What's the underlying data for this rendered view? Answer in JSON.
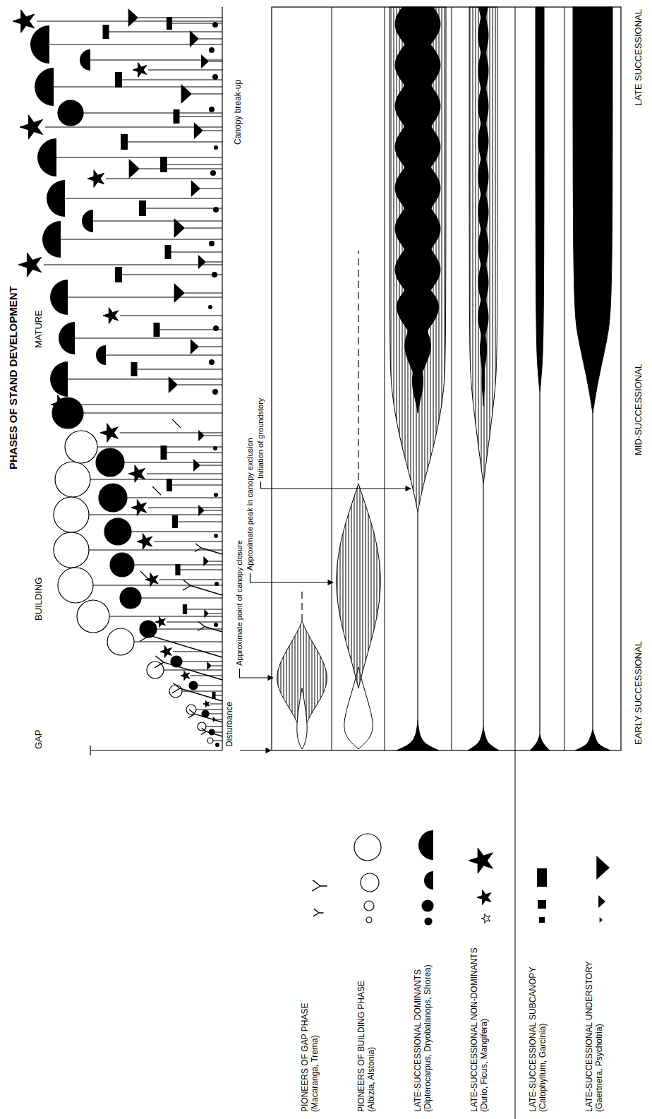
{
  "diagram": {
    "title": "PHASES OF STAND DEVELOPMENT",
    "labels": [
      "GAP",
      "BUILDING",
      "MATURE",
      "Disturbance",
      "Approximate point of canopy closure",
      "Approximate peak in canopy exclusion",
      "Initiation of groundstory",
      "Canopy break-up",
      "EARLY SUCCESSIONAL",
      "MID-SUCCESSIONAL",
      "LATE SUCCESSIONAL"
    ],
    "legend": [
      {
        "text": "PIONEERS OF GAP PHASE (Macaranga, Trema)"
      },
      {
        "text": "PIONEERS OF BUILDING PHASE (Albizia, Alstonia)"
      },
      {
        "text": "LATE-SUCCESSIONAL DOMINANTS (Dipterocarpus, Dryobalanops, Shorea)"
      },
      {
        "text": "LATE-SUCCESSIONAL NON-DOMINANTS (Durio, Ficus, Mangifera)"
      },
      {
        "text": "LATE-SUCCESSIONAL SUBCANOPY (Calophyllum, Garcinia)"
      },
      {
        "text": "LATE-SUCCESSIONAL UNDERSTORY (Gaertnera, Psychotria)"
      }
    ]
  }
}
